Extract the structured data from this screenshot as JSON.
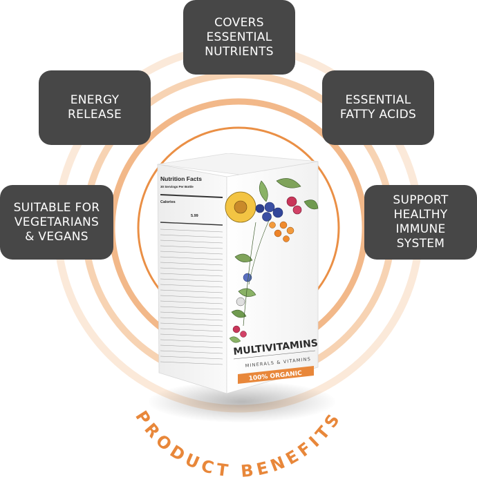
{
  "colors": {
    "pill_background": "#474747",
    "pill_text": "#ffffff",
    "accent_orange": "#e8873a",
    "ring_light": "#f6dcc4"
  },
  "benefits": {
    "covers": {
      "line1": "COVERS",
      "line2": "ESSENTIAL",
      "line3": "NUTRIENTS"
    },
    "energy": {
      "line1": "ENERGY",
      "line2": "RELEASE"
    },
    "fatty": {
      "line1": "ESSENTIAL",
      "line2": "FATTY ACIDS"
    },
    "vegan": {
      "line1": "SUITABLE FOR",
      "line2": "VEGETARIANS",
      "line3": "& VEGANS"
    },
    "immune": {
      "line1": "SUPPORT",
      "line2": "HEALTHY",
      "line3": "IMMUNE",
      "line4": "SYSTEM"
    }
  },
  "product": {
    "nutrition_title": "Nutrition Facts",
    "servings": "30 Servings Per Bottle",
    "calories_label": "Calories",
    "calories_value": "5.99",
    "brand": "MULTIVITAMINS",
    "subtitle": "MINERALS & VITAMINS",
    "badge": "100% ORGANIC"
  },
  "section_title": "PRODUCT BENEFITS"
}
